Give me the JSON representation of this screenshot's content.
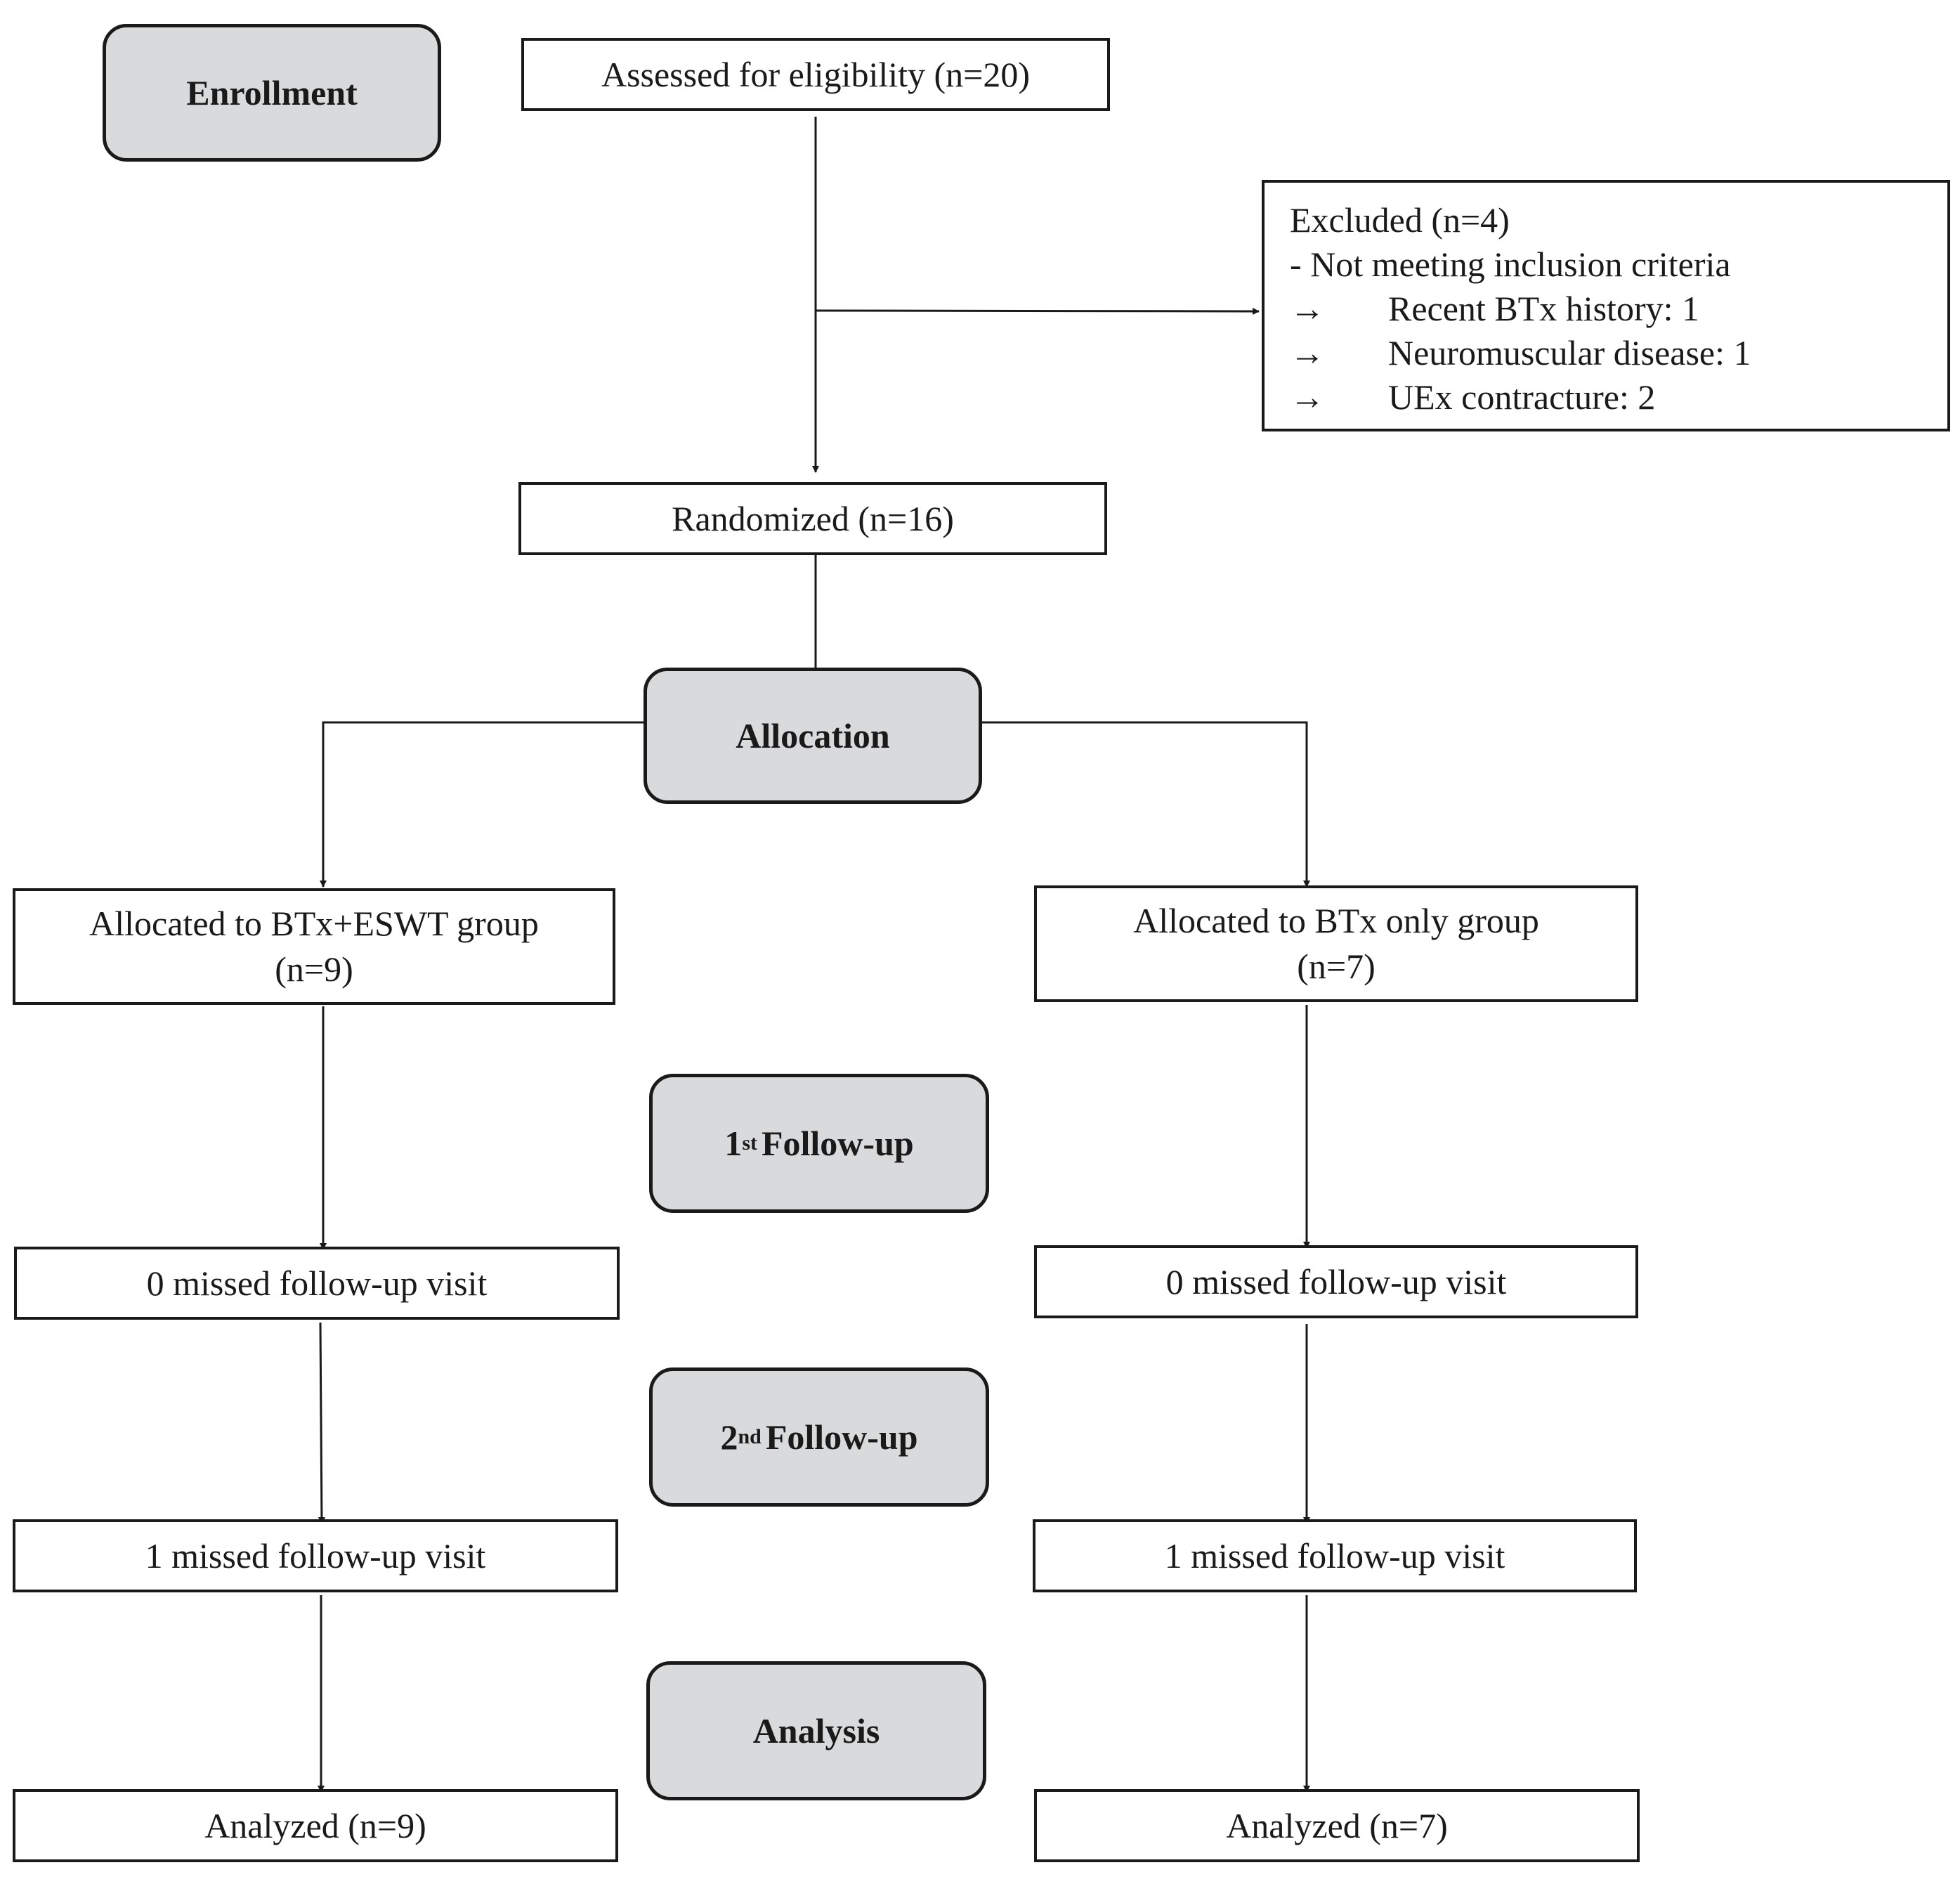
{
  "stages": {
    "enrollment": "Enrollment",
    "allocation": "Allocation",
    "followup1": {
      "num": "1",
      "sup": "st",
      "label": "Follow-up"
    },
    "followup2": {
      "num": "2",
      "sup": "nd",
      "label": "Follow-up"
    },
    "analysis": "Analysis"
  },
  "assessed": "Assessed for eligibility (n=20)",
  "excluded": {
    "title": "Excluded (n=4)",
    "subtitle": "- Not meeting inclusion criteria",
    "items": [
      {
        "arrow": "→",
        "text": "Recent BTx history: 1"
      },
      {
        "arrow": "→",
        "text": "Neuromuscular disease: 1"
      },
      {
        "arrow": "→",
        "text": "UEx contracture: 2"
      }
    ]
  },
  "randomized": "Randomized (n=16)",
  "left": {
    "allocated_line1": "Allocated to BTx+ESWT group",
    "allocated_line2": "(n=9)",
    "followup1": "0 missed follow-up visit",
    "followup2": "1 missed follow-up visit",
    "analyzed": "Analyzed (n=9)"
  },
  "right": {
    "allocated_line1": "Allocated to BTx only group",
    "allocated_line2": "(n=7)",
    "followup1": "0 missed follow-up visit",
    "followup2": "1 missed follow-up visit",
    "analyzed": "Analyzed (n=7)"
  }
}
